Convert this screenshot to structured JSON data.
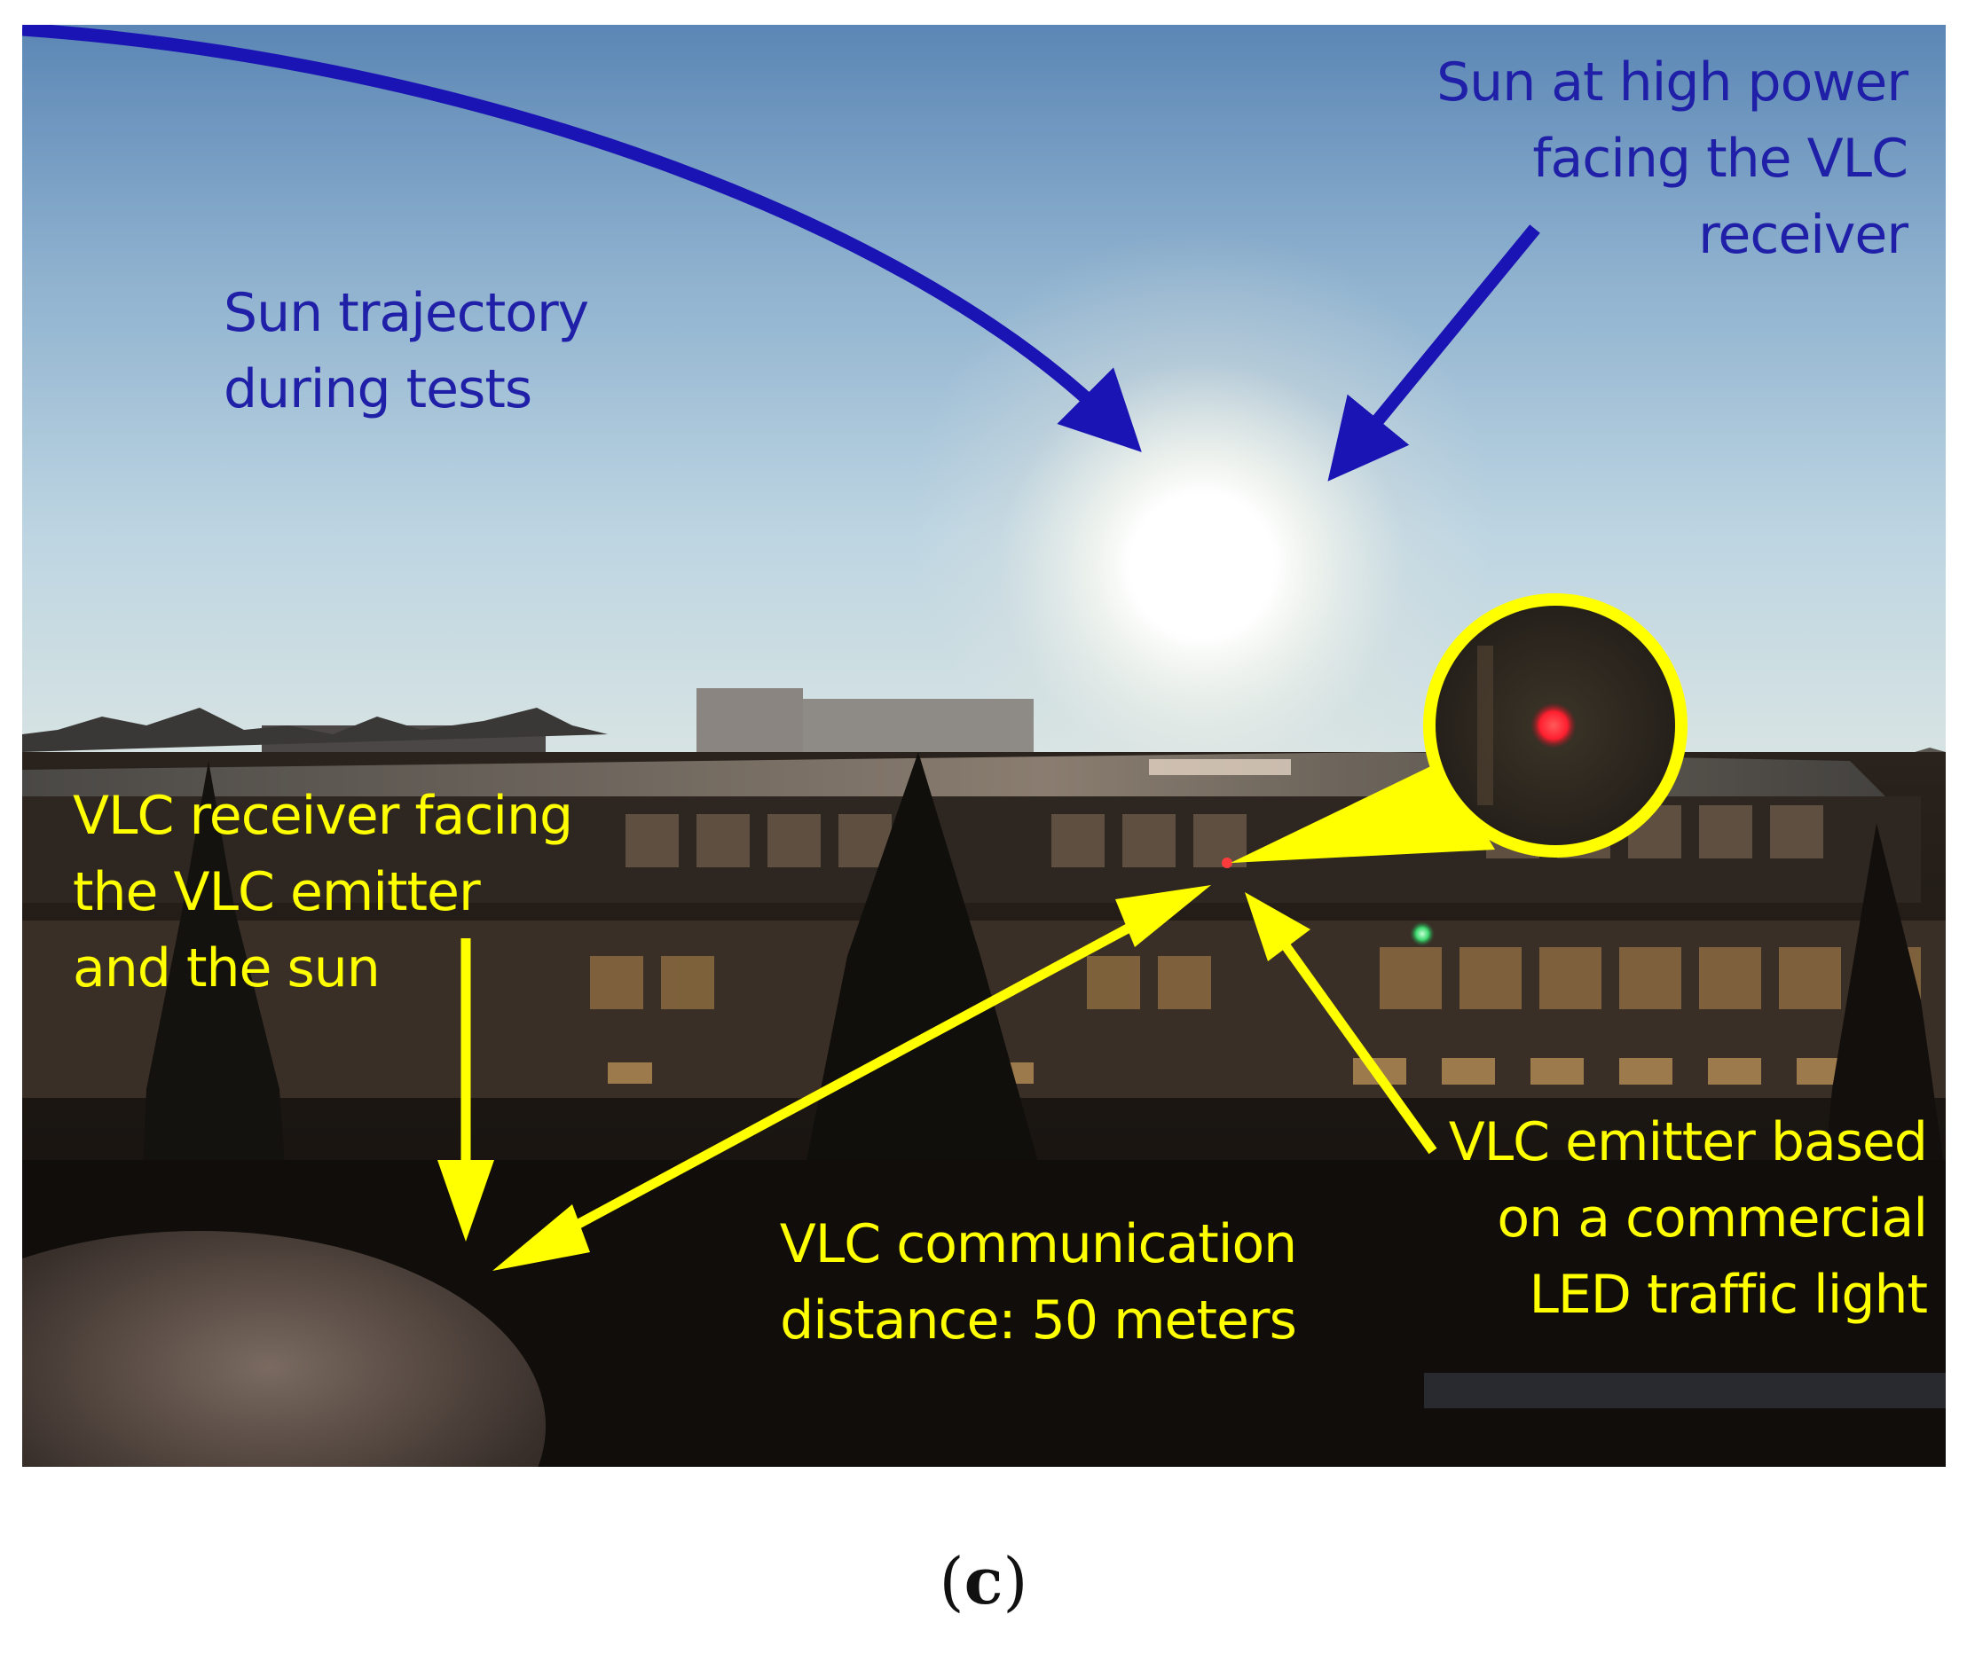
{
  "labels": {
    "sun_trajectory": [
      "Sun trajectory",
      "during tests"
    ],
    "sun_high_power": [
      "Sun at high power",
      "facing the VLC",
      "receiver"
    ],
    "vlc_receiver": [
      "VLC receiver facing",
      "the VLC emitter",
      "and the sun"
    ],
    "vlc_distance": [
      "VLC communication",
      "distance: 50 meters"
    ],
    "vlc_emitter": [
      "VLC emitter based",
      "on a commercial",
      "LED traffic light"
    ]
  },
  "caption": {
    "open": "(",
    "letter": "c",
    "close": ")"
  },
  "colors": {
    "blue_annotation": "#1f1fa8",
    "yellow_annotation": "#ffff00",
    "sky_top": "#5e87b4",
    "sky_bottom": "#c8dbe4"
  }
}
